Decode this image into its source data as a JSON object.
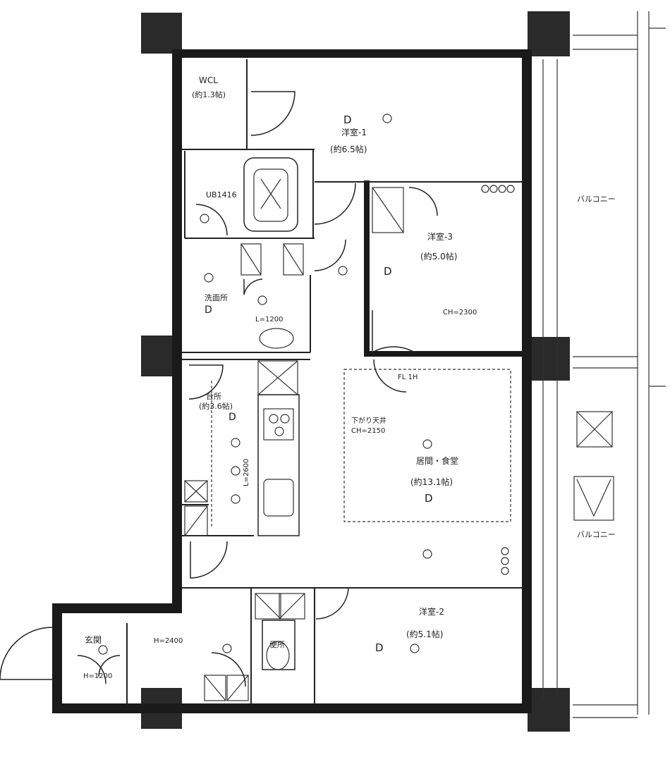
{
  "rooms": {
    "wcl": {
      "name": "WCL",
      "area": "(約1.3帖)"
    },
    "bedroom1": {
      "marker": "D",
      "name": "洋室-1",
      "area": "(約6.5帖)"
    },
    "bath": {
      "name": "UB1416"
    },
    "bedroom3": {
      "marker": "D",
      "name": "洋室-3",
      "area": "(約5.0帖)",
      "ceiling": "CH=2300"
    },
    "washroom": {
      "name": "洗面所",
      "marker": "D"
    },
    "kitchen": {
      "name": "台所",
      "area": "(約3.6帖)",
      "marker": "D"
    },
    "living": {
      "name": "居間・食堂",
      "area": "(約13.1帖)",
      "marker": "D",
      "ceiling_note": "下がり天井",
      "ceiling": "CH=2150"
    },
    "bedroom2": {
      "name": "洋室-2",
      "area": "(約5.1帖)",
      "marker": "D"
    },
    "entrance": {
      "name": "玄関",
      "height": "H=1200"
    },
    "toilet": {
      "name": "便所"
    },
    "corridor": {
      "height": "H=2400"
    },
    "balcony_upper": {
      "name": "バルコニー"
    },
    "balcony_lower": {
      "name": "バルコニー"
    }
  },
  "annotations": {
    "fl": "FL 1H",
    "shelf": "L=1200",
    "kitchen_len": "L=2600"
  }
}
